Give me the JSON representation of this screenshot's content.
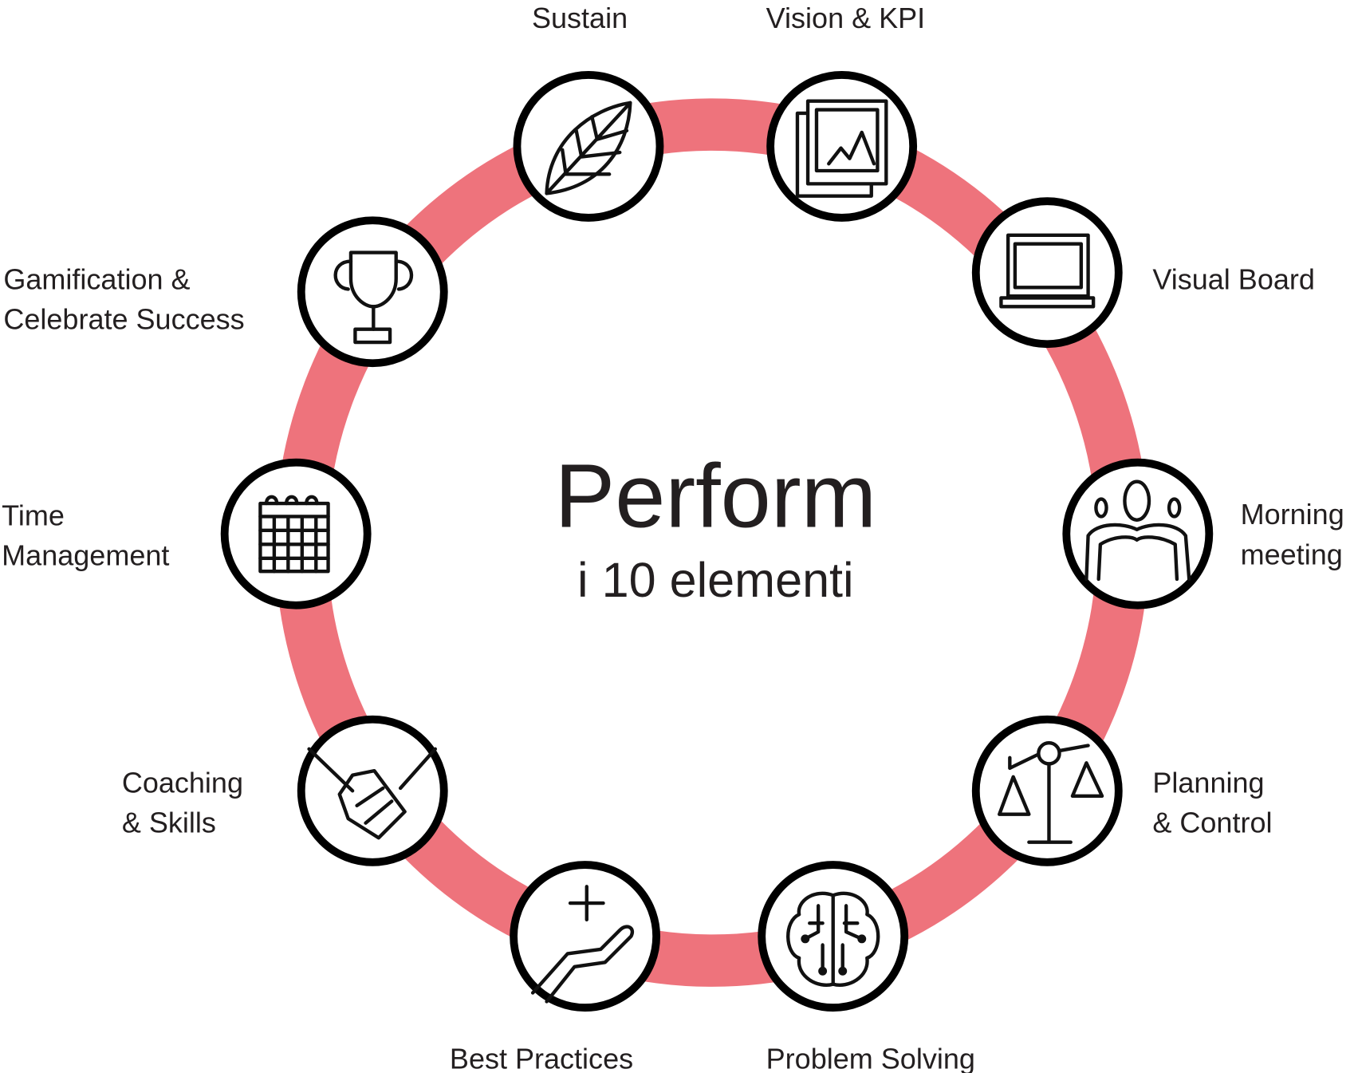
{
  "title": "Perform",
  "subtitle": "i 10 elementi",
  "ring_color": "#ee737c",
  "elements": [
    {
      "label_lines": [
        "Sustain"
      ],
      "icon": "leaf-icon"
    },
    {
      "label_lines": [
        "Vision & KPI"
      ],
      "icon": "picture-frame-icon"
    },
    {
      "label_lines": [
        "Visual Board"
      ],
      "icon": "laptop-icon"
    },
    {
      "label_lines": [
        "Morning",
        "meeting"
      ],
      "icon": "people-group-icon"
    },
    {
      "label_lines": [
        "Planning",
        "& Control"
      ],
      "icon": "scale-icon"
    },
    {
      "label_lines": [
        "Problem Solving"
      ],
      "icon": "brain-circuit-icon"
    },
    {
      "label_lines": [
        "Best Practices"
      ],
      "icon": "hand-plus-icon"
    },
    {
      "label_lines": [
        "Coaching",
        "& Skills"
      ],
      "icon": "handshake-icon"
    },
    {
      "label_lines": [
        "Time",
        "Management"
      ],
      "icon": "calendar-icon"
    },
    {
      "label_lines": [
        "Gamification &",
        "Celebrate Success"
      ],
      "icon": "trophy-icon"
    }
  ]
}
